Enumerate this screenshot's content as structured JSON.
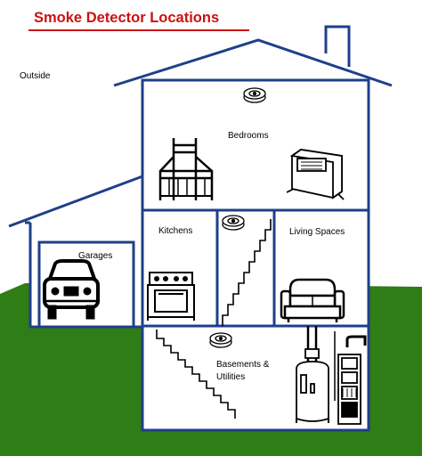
{
  "title": "Smoke Detector Locations",
  "labels": {
    "outside": "Outside",
    "bedrooms": "Bedrooms",
    "garages": "Garages",
    "kitchens": "Kitchens",
    "living_spaces": "Living Spaces",
    "basements_line1": "Basements &",
    "basements_line2": "Utilities"
  },
  "colors": {
    "title_red": "#cc1111",
    "house_outline": "#1e3f8a",
    "grass": "#2e7d16",
    "ink": "#000000"
  },
  "icons": [
    "smoke-detector-icon",
    "bed-icon",
    "space-heater-icon",
    "car-icon",
    "stove-icon",
    "staircase-icon",
    "couch-icon",
    "water-heater-icon",
    "furnace-icon"
  ]
}
